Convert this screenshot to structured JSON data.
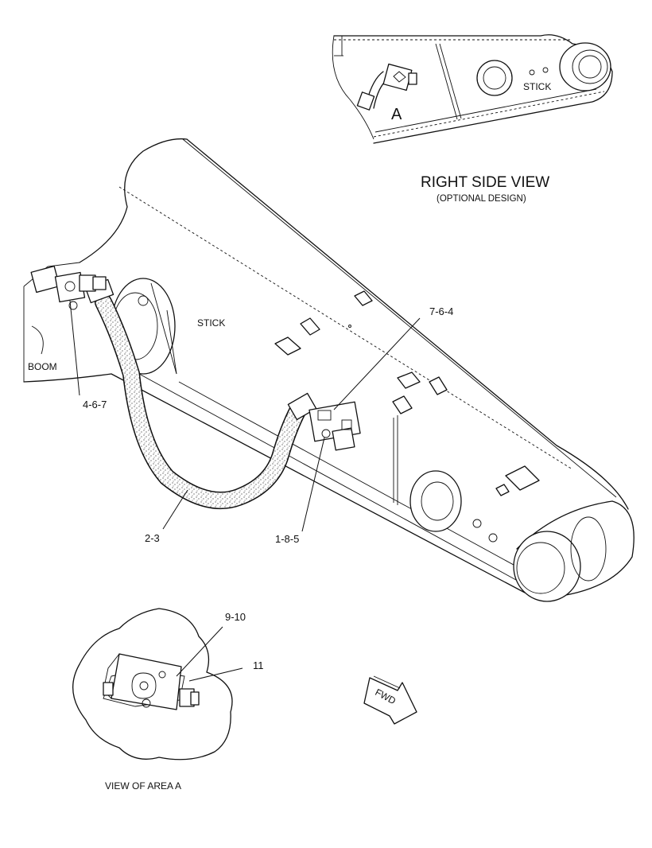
{
  "views": {
    "right_side": {
      "title": "RIGHT SIDE VIEW",
      "subtitle": "(OPTIONAL DESIGN)",
      "stick_label": "STICK",
      "area_marker": "A"
    },
    "main": {
      "stick_label": "STICK",
      "boom_label": "BOOM"
    },
    "detail": {
      "caption": "VIEW OF AREA  A"
    }
  },
  "callouts": {
    "c_764": "7-6-4",
    "c_467": "4-6-7",
    "c_23": "2-3",
    "c_185": "1-8-5",
    "c_910": "9-10",
    "c_11": "11"
  },
  "direction_arrow": {
    "label": "FWD"
  }
}
